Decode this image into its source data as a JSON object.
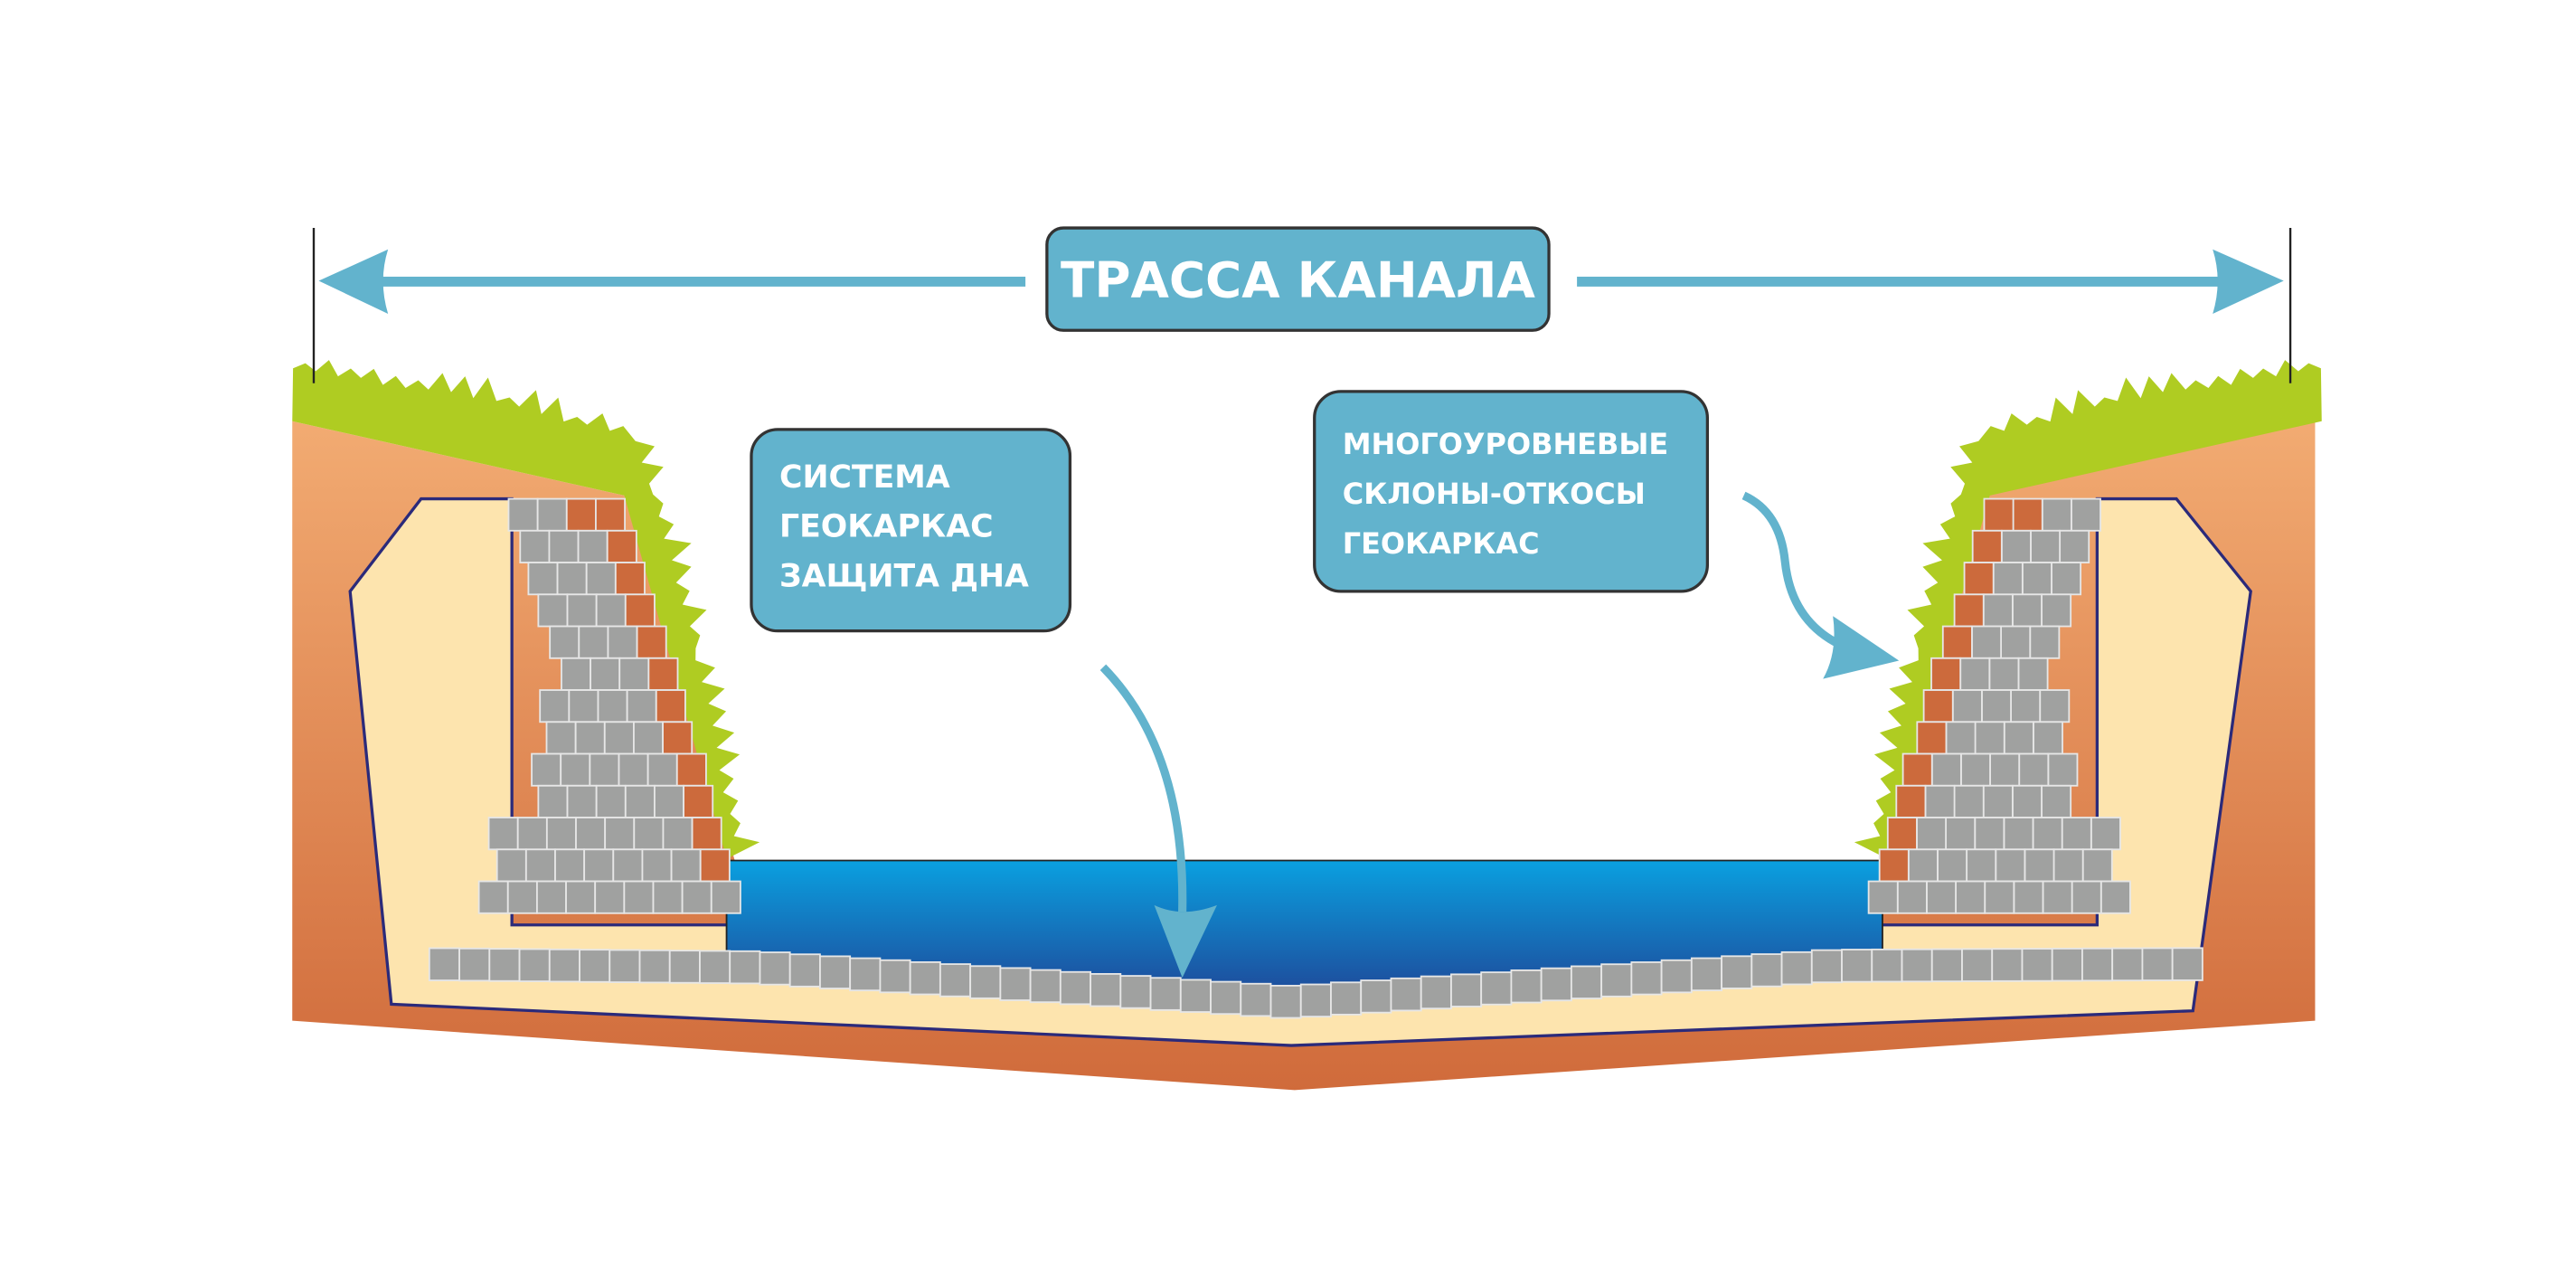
{
  "title": "ТРАССА КАНАЛА",
  "callouts": [
    {
      "lines": [
        "СИСТЕМА",
        "ГЕОКАРКАС",
        "ЗАЩИТА ДНА"
      ]
    },
    {
      "lines": [
        "МНОГОУРОВНЕВЫЕ",
        "СКЛОНЫ-ОТКОСЫ",
        "ГЕОКАРКАС"
      ]
    }
  ],
  "colors": {
    "accent": "#62b3cd",
    "grass": "#afcc22",
    "soil_top": "#f2ab72",
    "soil_bottom": "#d06b3b",
    "fill": "#fde4ae",
    "water_top": "#0aa0e0",
    "water_bottom": "#1d4f9e",
    "brick": "#a0a1a0",
    "brick_accent": "#cc6a3c"
  }
}
